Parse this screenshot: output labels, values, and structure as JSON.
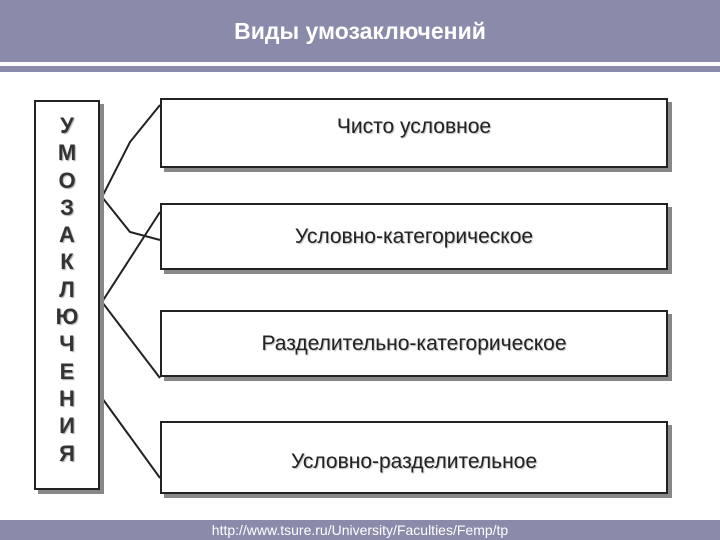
{
  "header": {
    "title": "Виды умозаключений"
  },
  "vertical_label": {
    "letters": [
      "У",
      "М",
      "О",
      "З",
      "А",
      "К",
      "Л",
      "Ю",
      "Ч",
      "Е",
      "Н",
      "И",
      "Я"
    ]
  },
  "boxes": [
    {
      "label": "Чисто условное"
    },
    {
      "label": "Условно-категорическое"
    },
    {
      "label": "Разделительно-категорическое"
    },
    {
      "label": "Условно-разделительное"
    }
  ],
  "footer": {
    "url": "http://www.tsure.ru/University/Faculties/Femp/tp"
  },
  "colors": {
    "bar": "#8a8aab",
    "border": "#222222",
    "shadow": "#888888"
  }
}
